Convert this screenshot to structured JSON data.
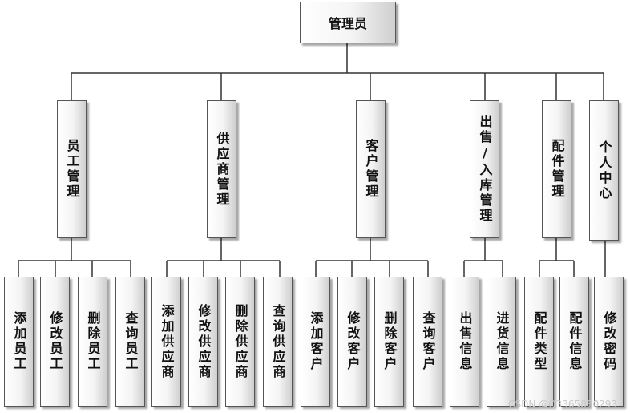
{
  "root": "管理员",
  "modules": [
    {
      "name": "员工管理",
      "children": [
        "添加员工",
        "修改员工",
        "删除员工",
        "查询员工"
      ]
    },
    {
      "name": "供应商管理",
      "children": [
        "添加供应商",
        "修改供应商",
        "删除供应商",
        "查询供应商"
      ]
    },
    {
      "name": "客户管理",
      "children": [
        "添加客户",
        "修改客户",
        "删除客户",
        "查询客户"
      ]
    },
    {
      "name": "出售/入库管理",
      "children": [
        "出售信息",
        "进货信息"
      ]
    },
    {
      "name": "配件管理",
      "children": [
        "配件类型",
        "配件信息"
      ]
    },
    {
      "name": "个人中心",
      "children": [
        "修改密码"
      ]
    }
  ],
  "watermark": "CSDN @Q3365880293"
}
